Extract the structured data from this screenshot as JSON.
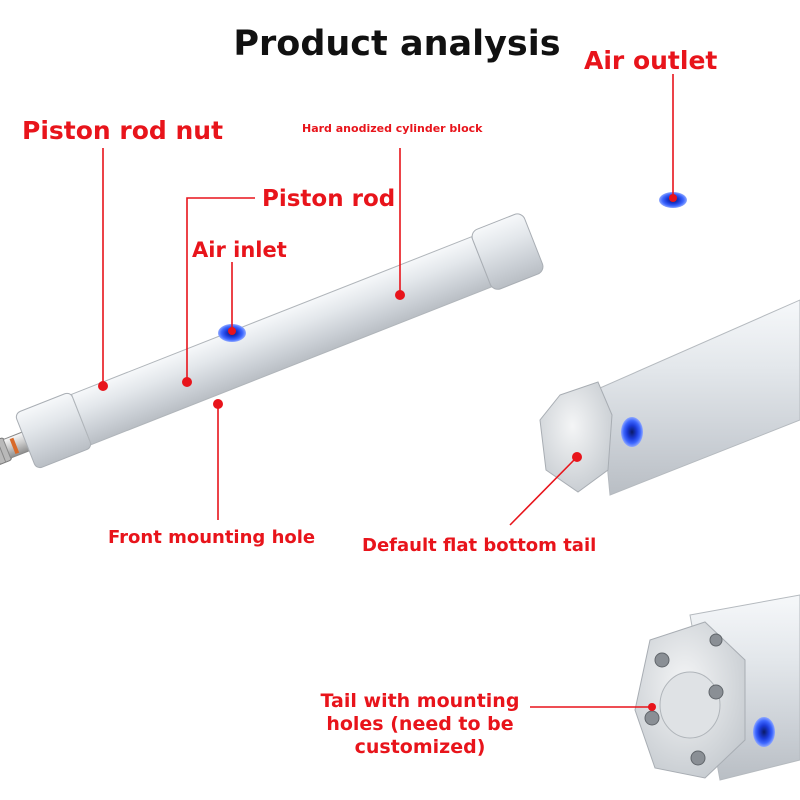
{
  "title": "Product analysis",
  "labels": {
    "air_outlet": "Air outlet",
    "piston_rod_nut": "Piston rod nut",
    "cylinder_block": "Hard anodized cylinder block",
    "piston_rod": "Piston rod",
    "air_inlet": "Air inlet",
    "front_mounting_hole": "Front mounting hole",
    "flat_bottom_tail": "Default flat bottom tail",
    "tail_mounting_holes": "Tail with mounting holes (need to be customized)"
  },
  "colors": {
    "label_red": "#e8141b",
    "title": "#111111",
    "cylinder_silver": "#d9dee3",
    "port_blue": "#2f55ff",
    "cap_blue": "#2a6bd6"
  }
}
